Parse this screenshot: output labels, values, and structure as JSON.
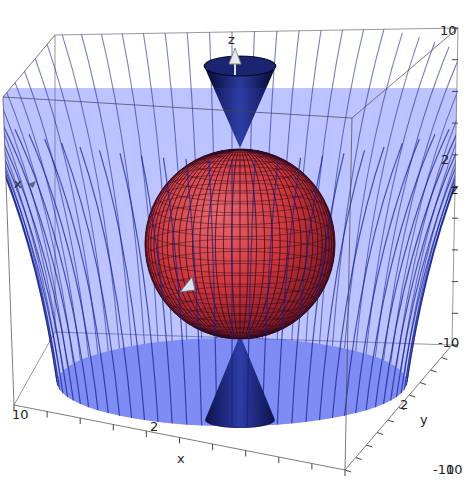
{
  "diagram": {
    "labels": [
      "z",
      "x",
      "10",
      "2",
      "z",
      "-10",
      "10",
      "2",
      "x",
      "2",
      "y",
      "-10",
      "10"
    ]
  }
}
